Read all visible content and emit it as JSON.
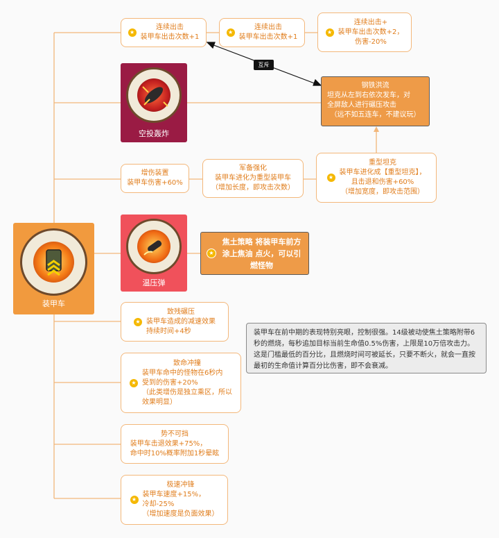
{
  "root": {
    "label": "装甲车"
  },
  "icon_cards": {
    "air_raid": {
      "label": "空投轰炸",
      "color": "#9a1b44"
    },
    "incendiary": {
      "label": "温压弹",
      "color": "#f0515b"
    }
  },
  "nodes": {
    "combo1": {
      "title": "连续出击",
      "lines": [
        "装甲车出击次数+1"
      ]
    },
    "combo2": {
      "title": "连续出击",
      "lines": [
        "装甲车出击次数+1"
      ]
    },
    "combo3": {
      "title": "连续出击+",
      "lines": [
        "装甲车出击次数+2，",
        "伤害-20%"
      ]
    },
    "steel_flood": {
      "title": "钢铁洪流",
      "lines": [
        "坦克从左到右依次发车，对",
        "全屏敌人进行碾压攻击",
        "（远不如五连车，不建议玩）"
      ]
    },
    "damage_device": {
      "title": "增伤装置",
      "lines": [
        "装甲车伤害+60%"
      ]
    },
    "military_upgrade": {
      "title": "军备强化",
      "lines": [
        "装甲车进化为重型装甲车",
        "（增加长度，即攻击次数）"
      ]
    },
    "heavy_tank": {
      "title": "重型坦克",
      "lines": [
        "装甲车进化成【重型坦克】，",
        "且击退和伤害+60%",
        "（增加宽度，即攻击范围）"
      ]
    },
    "scorched_earth": {
      "title": "焦土策略",
      "lines": [
        "将装甲车前方涂上焦油",
        "点火，可以引燃怪物"
      ]
    },
    "crush": {
      "title": "致残碾压",
      "lines": [
        "装甲车造成的减速效果",
        "持续时间+4秒"
      ]
    },
    "fatal_charge": {
      "title": "致命冲撞",
      "lines": [
        "装甲车命中的怪物在6秒内",
        "受到的伤害+20%",
        "（此类增伤是独立乘区，所以",
        "效果明显）"
      ]
    },
    "unstoppable": {
      "title": "势不可挡",
      "lines": [
        "装甲车击退效果+75%，",
        "命中时10%概率附加1秒晕眩"
      ]
    },
    "speed_charge": {
      "title": "极速冲锋",
      "lines": [
        "装甲车速度+15%，",
        "冷却-25%",
        "（增加速度是负面效果）"
      ]
    }
  },
  "mutex_label": "互斥",
  "note": "装甲车在前中期的表现特别亮眼，控制很强。14级被动使焦土策略附带6秒的燃烧，每秒追加目标当前生命值0.5%伤害，上限是10万倍攻击力。这是门槛最低的百分比，且燃烧时间可被延长，只要不断火，就会一直按最初的生命值计算百分比伤害，即不会衰减。",
  "colors": {
    "line": "#f2b67a",
    "text": "#e07d1c",
    "root": "#f19a3e",
    "star": "#f5b800"
  },
  "icons": [
    "star-icon",
    "gear-badge-icon",
    "bomb-icon",
    "shell-icon",
    "armored-car-icon"
  ]
}
